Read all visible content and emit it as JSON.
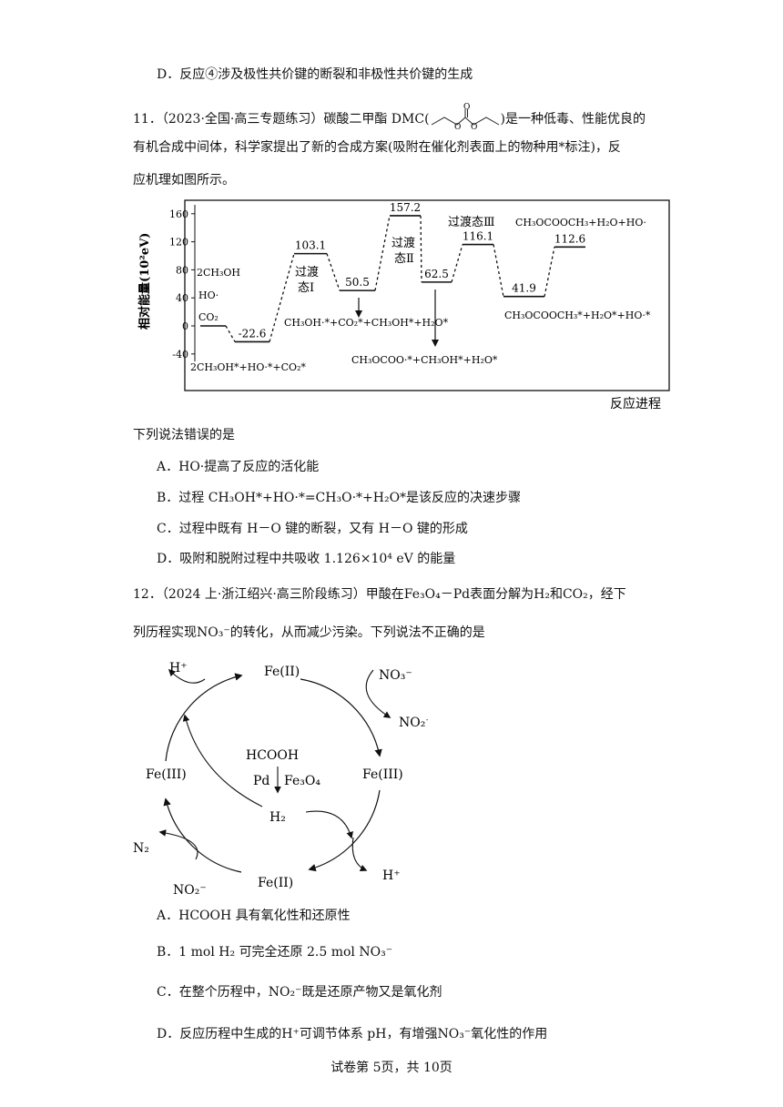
{
  "q10": {
    "option_d": "D．反应④涉及极性共价键的断裂和非极性共价键的生成"
  },
  "q11": {
    "number_src": "11．（2023·全国·高三专题练习）碳酸二甲酯 DMC(",
    "intro_end": ")是一种低毒、性能优良的",
    "line2": "有机合成中间体，科学家提出了新的合成方案(吸附在催化剂表面上的物种用*标注)，反",
    "line3": "应机理如图所示。",
    "dmc_o": "O",
    "question": "下列说法错误的是",
    "option_a": "A．HO·提高了反应的活化能",
    "option_b": "B．过程 CH₃OH*+HO·*=CH₃O·*+H₂O*是该反应的决速步骤",
    "option_c": "C．过程中既有 H－O 键的断裂，又有 H－O 键的形成",
    "option_d": "D．吸附和脱附过程中共吸收 1.126×10⁴ eV 的能量"
  },
  "chart_data": {
    "type": "line",
    "ylabel": "相对能量(10²eV)",
    "xlabel": "反应进程",
    "yticks": [
      160,
      120,
      80,
      40,
      0,
      -40
    ],
    "ylim": [
      -55,
      170
    ],
    "levels": [
      {
        "value": 0,
        "label": ""
      },
      {
        "value": -22.6,
        "label": "-22.6"
      },
      {
        "value": 103.1,
        "label": "103.1"
      },
      {
        "value": 50.5,
        "label": "50.5"
      },
      {
        "value": 157.2,
        "label": "157.2"
      },
      {
        "value": 62.5,
        "label": "62.5"
      },
      {
        "value": 116.1,
        "label": "116.1"
      },
      {
        "value": 41.9,
        "label": "41.9"
      },
      {
        "value": 112.6,
        "label": "112.6"
      }
    ],
    "annotations": {
      "ts1_a": "过渡",
      "ts1_b": "态Ⅰ",
      "ts2_a": "过渡",
      "ts2_b": "态Ⅱ",
      "ts3": "过渡态Ⅲ",
      "start_1": "2CH₃OH",
      "start_2": "HO·",
      "start_3": "CO₂",
      "s1": "2CH₃OH*+HO·*+CO₂*",
      "s2": "CH₃OH·*+CO₂*+CH₃OH*+H₂O*",
      "s3": "CH₃OCOO·*+CH₃OH*+H₂O*",
      "s4": "CH₃OCOOCH₃*+H₂O*+HO·*",
      "s5": "CH₃OCOOCH₃+H₂O+HO·"
    }
  },
  "q12": {
    "line1_a": "12．（2024 上·浙江绍兴·高三阶段练习）甲酸在",
    "fe3o4pd": "Fe₃O₄－Pd",
    "line1_b": "表面分解为",
    "h2": "H₂",
    "and": "和",
    "co2": "CO₂",
    "line1_c": "，经下",
    "line2_a": "列历程实现",
    "no3": "NO₃⁻",
    "line2_b": "的转化，从而减少污染。下列说法不正确的是",
    "cycle": {
      "fe2_top": "Fe(II)",
      "fe3_right": "Fe(III)",
      "fe2_bottom": "Fe(II)",
      "fe3_left": "Fe(III)",
      "hplus_top": "H⁺",
      "no3_in": "NO₃⁻",
      "no2_out": "NO₂⁻",
      "hplus_bottom": "H⁺",
      "n2_out": "N₂",
      "no2_in": "NO₂⁻",
      "hcooh": "HCOOH",
      "pd": "Pd",
      "fe3o4": "Fe₃O₄",
      "h2": "H₂"
    },
    "option_a": "A．HCOOH 具有氧化性和还原性",
    "option_b_1": "B．1 mol",
    "option_b_2": "可完全还原 2.5 mol",
    "option_c_1": "C．在整个历程中，",
    "option_c_2": "既是还原产物又是氧化剂",
    "option_d_1": "D．反应历程中生成的",
    "option_d_2": "可调节体系 pH，有增强",
    "option_d_3": "氧化性的作用",
    "sym_h2": "H₂",
    "sym_no3": "NO₃⁻",
    "sym_no2": "NO₂⁻",
    "sym_hplus": "H⁺"
  },
  "footer": "试卷第 5页，共 10页"
}
